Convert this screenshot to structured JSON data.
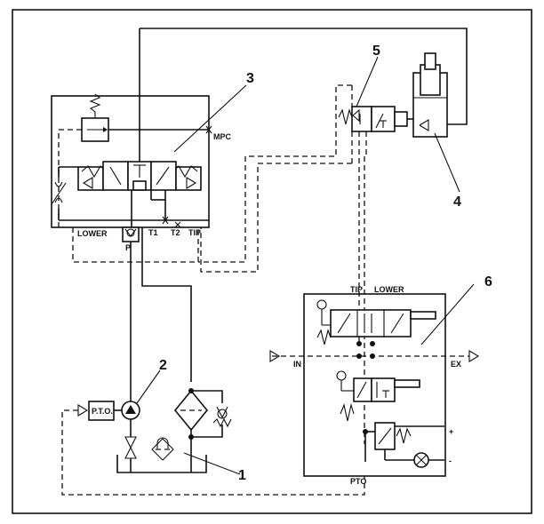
{
  "diagram": {
    "callouts": [
      "1",
      "2",
      "3",
      "4",
      "5",
      "6"
    ],
    "labels": {
      "mpc": "MPC",
      "lower_left": "LOWER",
      "p": "P",
      "t1": "T1",
      "t2": "T2",
      "tip_left": "TIP",
      "tip_right": "TIP",
      "lower_right": "LOWER",
      "in": "IN",
      "ex": "EX",
      "pto_box": "P.T.O.",
      "pto_bottom": "PTO",
      "plus": "+",
      "minus": "-"
    }
  }
}
